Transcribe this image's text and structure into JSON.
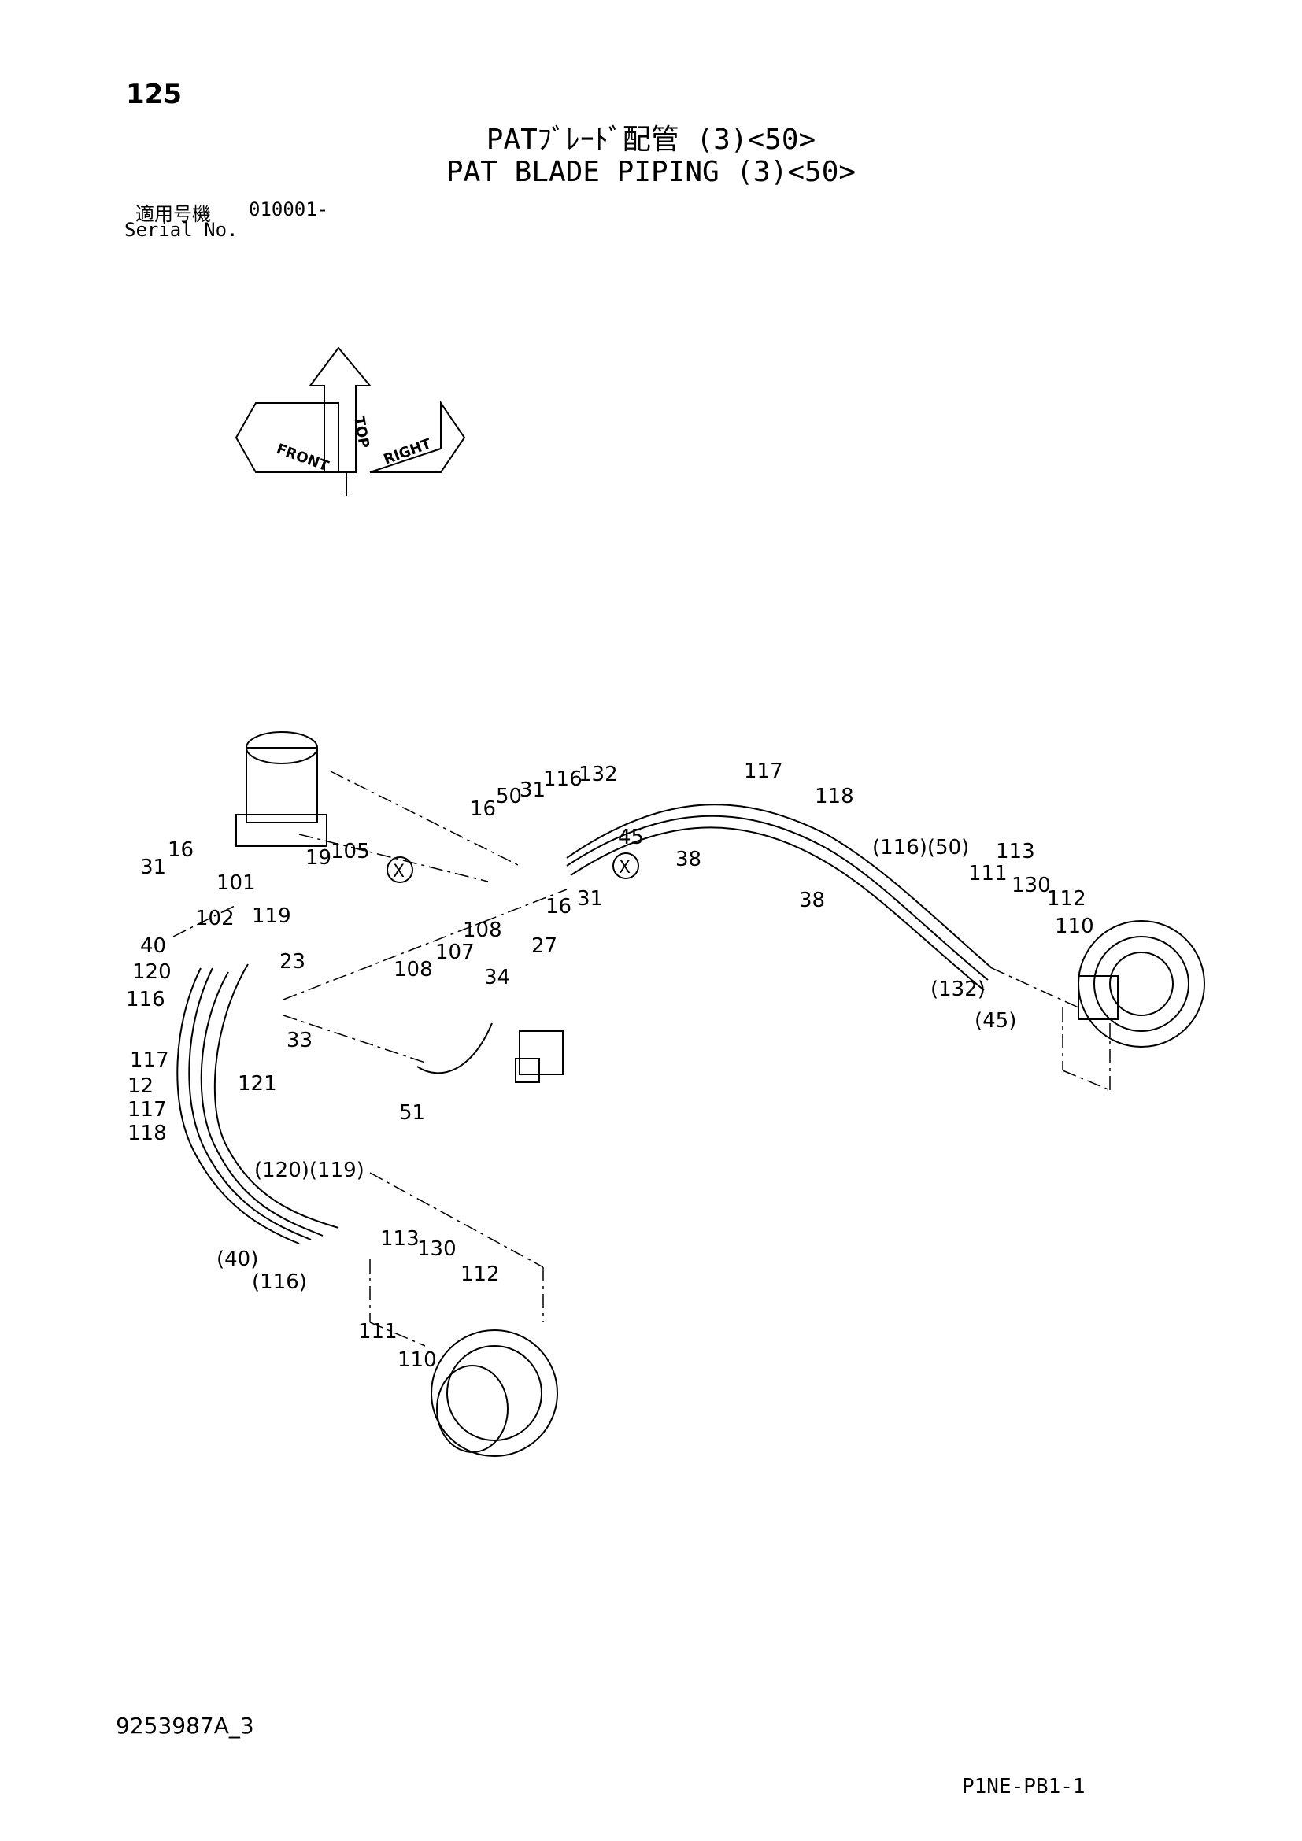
{
  "page_number": "125",
  "title_jp": "PATﾌﾞﾚｰﾄﾞ配管 (3)<50>",
  "title_en": "PAT BLADE PIPING (3)<50>",
  "serial": {
    "label_jp": "適用号機",
    "value": "010001-",
    "label_en": "Serial No."
  },
  "orientation": {
    "front": "FRONT",
    "top": "TOP",
    "right": "RIGHT"
  },
  "callouts": [
    "16",
    "50",
    "31",
    "116",
    "132",
    "45",
    "38",
    "38",
    "117",
    "118",
    "31",
    "16",
    "101",
    "102",
    "119",
    "19",
    "105",
    "X",
    "X",
    "16",
    "31",
    "40",
    "120",
    "116",
    "23",
    "33",
    "108",
    "108",
    "107",
    "27",
    "34",
    "51",
    "117",
    "12",
    "117",
    "118",
    "121",
    "(120)(119)",
    "(40)",
    "(116)",
    "113",
    "130",
    "112",
    "111",
    "110",
    "(116)(50)",
    "113",
    "111",
    "130",
    "112",
    "110",
    "(132)",
    "(45)"
  ],
  "doc_number": "9253987A_3",
  "sheet_code": "P1NE-PB1-1"
}
